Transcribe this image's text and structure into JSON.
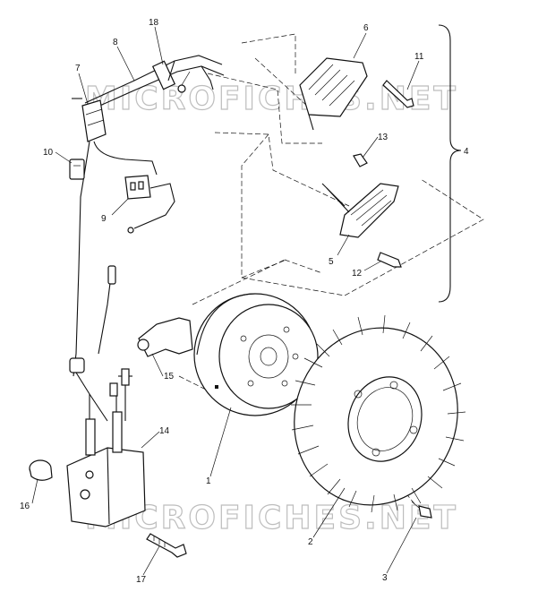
{
  "watermark": {
    "text_top": "MICROFICHES.NET",
    "text_bottom": "MICROFICHES.NET"
  },
  "callouts": [
    {
      "id": "1",
      "label": "1"
    },
    {
      "id": "2",
      "label": "2"
    },
    {
      "id": "3",
      "label": "3"
    },
    {
      "id": "4",
      "label": "4"
    },
    {
      "id": "5",
      "label": "5"
    },
    {
      "id": "6",
      "label": "6"
    },
    {
      "id": "7",
      "label": "7"
    },
    {
      "id": "8",
      "label": "8"
    },
    {
      "id": "9",
      "label": "9"
    },
    {
      "id": "10",
      "label": "10"
    },
    {
      "id": "11",
      "label": "11"
    },
    {
      "id": "12",
      "label": "12"
    },
    {
      "id": "13",
      "label": "13"
    },
    {
      "id": "14",
      "label": "14"
    },
    {
      "id": "15",
      "label": "15"
    },
    {
      "id": "16",
      "label": "16"
    },
    {
      "id": "17",
      "label": "17"
    },
    {
      "id": "18",
      "label": "18"
    }
  ]
}
